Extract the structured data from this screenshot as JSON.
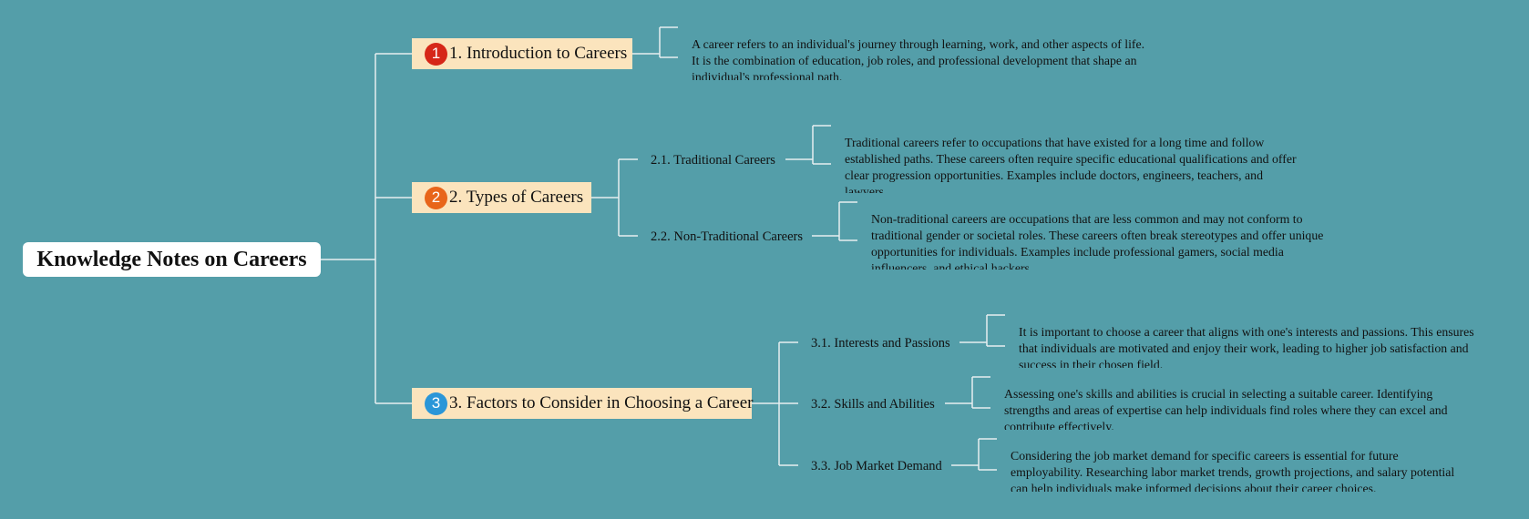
{
  "root": {
    "title": "Knowledge Notes on Careers"
  },
  "colors": {
    "background": "#549ea9",
    "topic_fill": "#fbe4bd",
    "badge_1": "#d62718",
    "badge_2": "#e8651a",
    "badge_3": "#2a96d8",
    "connector": "#e6eef0"
  },
  "topics": [
    {
      "badge": "1",
      "label": "1. Introduction to Careers",
      "note": "A career refers to an individual's journey through learning, work, and other aspects of life. It is the combination of education, job roles, and professional development that shape an individual's professional path."
    },
    {
      "badge": "2",
      "label": "2. Types of Careers",
      "subtopics": [
        {
          "label": "2.1. Traditional Careers",
          "note": "Traditional careers refer to occupations that have existed for a long time and follow established paths. These careers often require specific educational qualifications and offer clear progression opportunities. Examples include doctors, engineers, teachers, and lawyers."
        },
        {
          "label": "2.2. Non-Traditional Careers",
          "note": "Non-traditional careers are occupations that are less common and may not conform to traditional gender or societal roles. These careers often break stereotypes and offer unique opportunities for individuals. Examples include professional gamers, social media influencers, and ethical hackers."
        }
      ]
    },
    {
      "badge": "3",
      "label": "3. Factors to Consider in Choosing a Career",
      "subtopics": [
        {
          "label": "3.1. Interests and Passions",
          "note": "It is important to choose a career that aligns with one's interests and passions. This ensures that individuals are motivated and enjoy their work, leading to higher job satisfaction and success in their chosen field."
        },
        {
          "label": "3.2. Skills and Abilities",
          "note": "Assessing one's skills and abilities is crucial in selecting a suitable career. Identifying strengths and areas of expertise can help individuals find roles where they can excel and contribute effectively."
        },
        {
          "label": "3.3. Job Market Demand",
          "note": "Considering the job market demand for specific careers is essential for future employability. Researching labor market trends, growth projections, and salary potential can help individuals make informed decisions about their career choices."
        }
      ]
    }
  ]
}
